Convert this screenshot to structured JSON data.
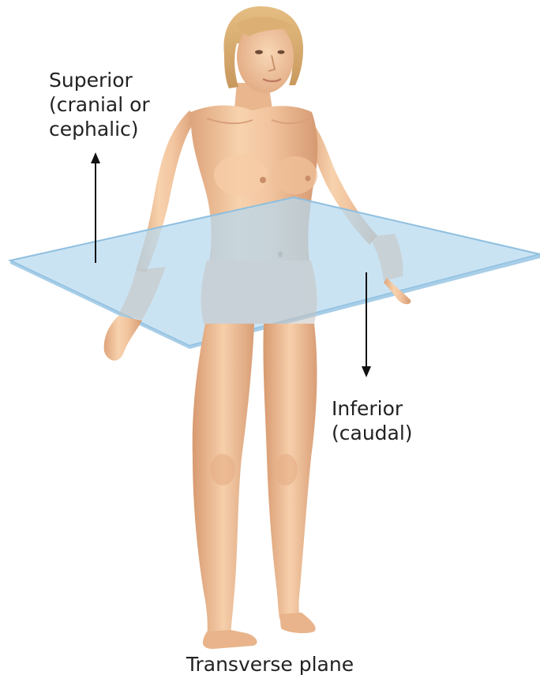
{
  "labels": {
    "superior": {
      "line1": "Superior",
      "line2": "(cranial or",
      "line3": "cephalic)"
    },
    "inferior": {
      "line1": "Inferior",
      "line2": "(caudal)"
    }
  },
  "caption": "Transverse plane",
  "colors": {
    "background": "#ffffff",
    "plane_fill": "#b5d8ef",
    "plane_edge": "#8ebfdf",
    "skin": "#f1c49e",
    "skin_shadow": "#d99d74",
    "hair": "#dcb074",
    "text": "#222222",
    "arrow": "#111111"
  },
  "icons": {
    "up_arrow": "arrow-up-icon",
    "down_arrow": "arrow-down-icon"
  }
}
